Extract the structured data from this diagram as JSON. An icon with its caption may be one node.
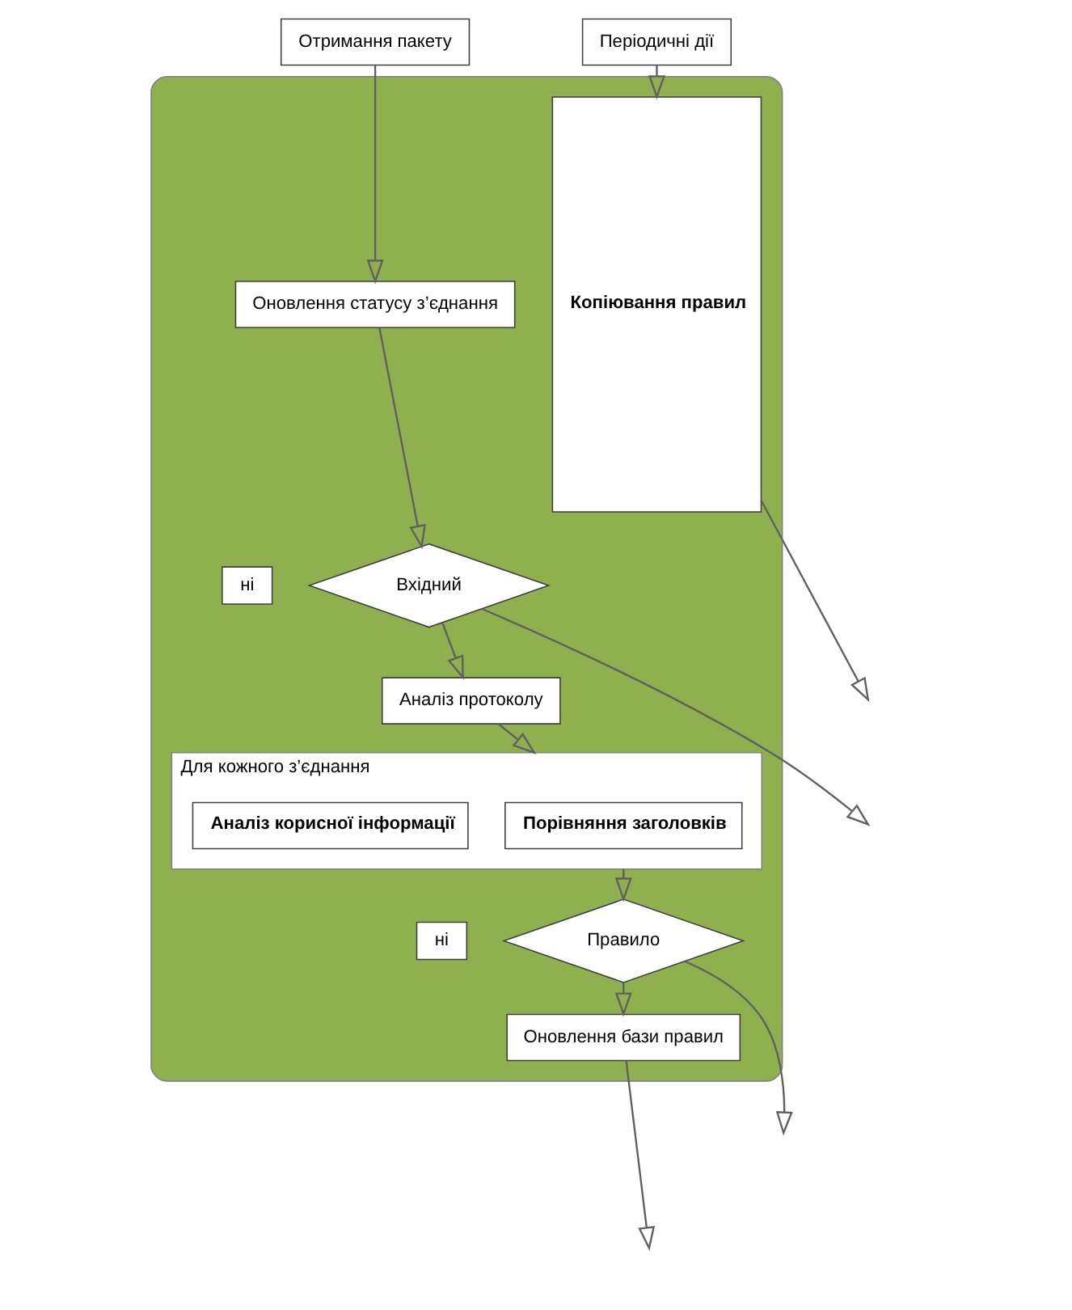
{
  "diagram": {
    "nodes": [
      {
        "text": [],
        "shape": "box"
      },
      {
        "text": [
          "Отримання пакету"
        ]
      },
      {
        "text": [
          "Періодичні дії"
        ]
      },
      {
        "text": [
          "Оновлення статусу з’єднання"
        ],
        "in": 0
      },
      {
        "text": [
          "Вхідний"
        ],
        "in": 0
      },
      {
        "text": [
          "ні"
        ],
        "in": 0
      },
      {
        "text": [
          "Аналіз протоколу"
        ],
        "in": 0
      },
      {
        "text": [
          "Для кожного з’єднання"
        ],
        "in": 0
      },
      {
        "text": [
          "Порівняння заголовків"
        ],
        "in": 7
      },
      {
        "text": [
          "Аналіз корисної інформації"
        ],
        "in": 7
      },
      {
        "text": [
          "Правило"
        ],
        "in": 0
      },
      {
        "text": [
          "ні"
        ],
        "in": 0
      },
      {
        "text": [
          "Оновлення бази правил"
        ],
        "in": 0
      },
      {
        "text": [
          "Копіювання правил"
        ],
        "in": 0
      }
    ],
    "edges": [
      {
        "from": 1,
        "to": 3,
        "arrow": "to"
      },
      {
        "from": 2,
        "to": 13,
        "arrow": "to"
      },
      {
        "from": 3,
        "to": 4,
        "arrow": "to"
      },
      {
        "from": 4,
        "to": null,
        "arrow": "to"
      },
      {
        "from": 4,
        "to": 6,
        "arrow": "to"
      },
      {
        "from": 6,
        "to": 7,
        "arrow": "to"
      },
      {
        "from": 7,
        "to": 10,
        "arrow": "to"
      },
      {
        "from": 10,
        "to": null,
        "arrow": "to"
      },
      {
        "from": 10,
        "to": 12,
        "arrow": "to"
      },
      {
        "from": 12,
        "to": null,
        "arrow": "to"
      },
      {
        "from": 13,
        "to": null,
        "arrow": "to"
      }
    ]
  }
}
